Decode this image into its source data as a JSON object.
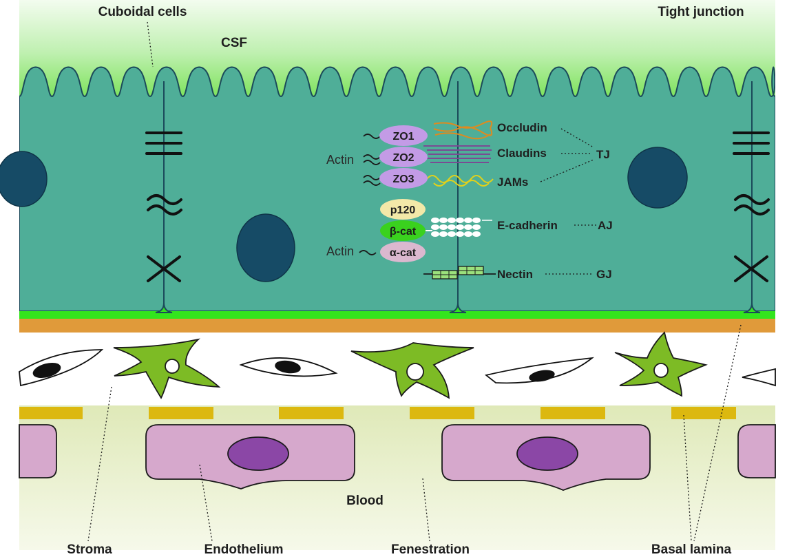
{
  "labels": {
    "cuboidal_cells": "Cuboidal cells",
    "tight_junction": "Tight junction",
    "csf": "CSF",
    "blood": "Blood",
    "stroma": "Stroma",
    "endothelium": "Endothelium",
    "fenestration": "Fenestration",
    "basal_lamina": "Basal lamina"
  },
  "proteins": {
    "zo1": "ZO1",
    "zo2": "ZO2",
    "zo3": "ZO3",
    "p120": "p120",
    "beta_cat": "β-cat",
    "alpha_cat": "α-cat",
    "actin_tj": "Actin",
    "actin_aj": "Actin"
  },
  "components": {
    "occludin": "Occludin",
    "claudins": "Claudins",
    "jams": "JAMs",
    "e_cadherin": "E-cadherin",
    "nectin": "Nectin"
  },
  "junction_types": {
    "tj": "TJ",
    "aj": "AJ",
    "gj": "GJ"
  },
  "colors": {
    "csf_top": "#b8f0ae",
    "epithelium": "#4fae98",
    "cell_border": "#1b4a5a",
    "nucleus": "#164b66",
    "basement_green": "#33e51d",
    "orange_layer": "#e09a3a",
    "stroma_bg": "#ffffff",
    "fibroblast": "#7dbb25",
    "fenestra_yellow": "#dcb80f",
    "blood_bg": "#e3edc4",
    "endothelium": "#d6a8cc",
    "endo_nucleus": "#8b47a6",
    "zo_pill": "#c39be6",
    "p120_pill": "#f3e8a8",
    "beta_cat_pill": "#3ad11e",
    "alpha_cat_pill": "#dbb8cf"
  }
}
